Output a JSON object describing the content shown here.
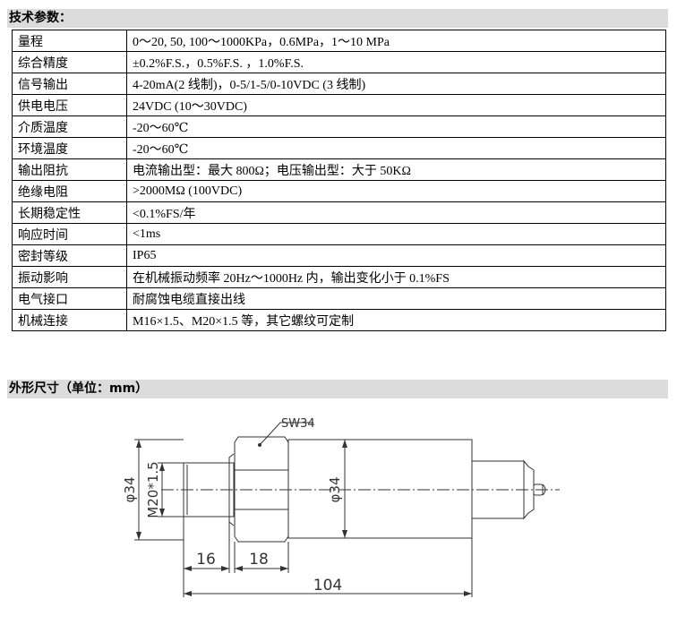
{
  "specs": {
    "title": "技术参数：",
    "rows": [
      {
        "name": "量程",
        "value": "0～20, 50, 100～1000KPa，0.6MPa，1～10 MPa"
      },
      {
        "name": "综合精度",
        "value": "±0.2%F.S.，0.5%F.S. ，1.0%F.S."
      },
      {
        "name": "信号输出",
        "value": "4-20mA(2 线制)，0-5/1-5/0-10VDC (3 线制)"
      },
      {
        "name": "供电电压",
        "value": "24VDC (10～30VDC)"
      },
      {
        "name": "介质温度",
        "value": "-20～60℃"
      },
      {
        "name": "环境温度",
        "value": "-20～60℃"
      },
      {
        "name": "输出阻抗",
        "value": "电流输出型：最大 800Ω；电压输出型：大于 50KΩ"
      },
      {
        "name": "绝缘电阻",
        "value": ">2000MΩ (100VDC)"
      },
      {
        "name": "长期稳定性",
        "value": "<0.1%FS/年"
      },
      {
        "name": "响应时间",
        "value": "<1ms"
      },
      {
        "name": "密封等级",
        "value": "IP65"
      },
      {
        "name": "振动影响",
        "value": "在机械振动频率 20Hz～1000Hz 内，输出变化小于 0.1%FS"
      },
      {
        "name": "电气接口",
        "value": "耐腐蚀电缆直接出线"
      },
      {
        "name": "机械连接",
        "value": "M16×1.5、M20×1.5 等，其它螺纹可定制"
      }
    ]
  },
  "dimensions": {
    "title": "外形尺寸（单位：mm）",
    "labels": {
      "hex": "SW34",
      "dia_left": "φ34",
      "thread": "M20*1.5",
      "dia_body": "φ34",
      "len_thread": "16",
      "len_hex": "18",
      "len_total": "104"
    }
  },
  "colors": {
    "header_bg": "#dcdcdc",
    "drawing_line": "#333333"
  }
}
